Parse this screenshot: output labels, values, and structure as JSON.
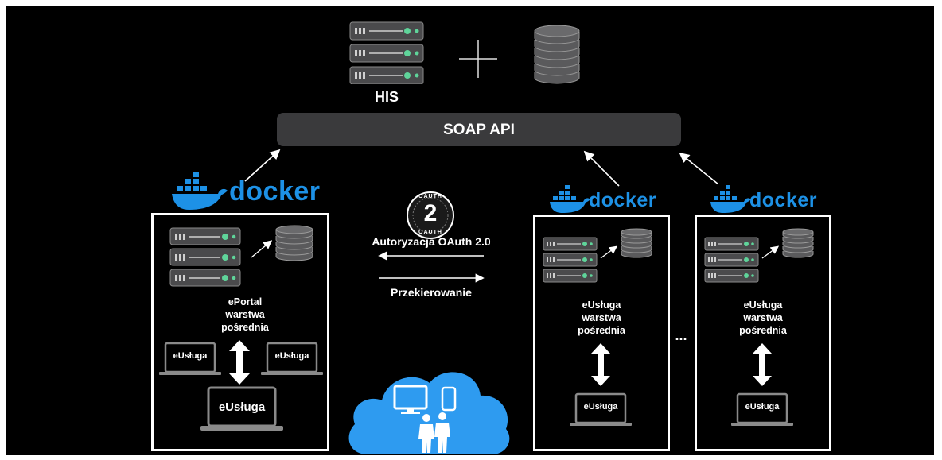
{
  "top": {
    "his_label": "HIS",
    "plus_symbol": "+"
  },
  "api": {
    "label": "SOAP API"
  },
  "docker": {
    "brand": "docker"
  },
  "auth": {
    "badge_top": "OAUTH",
    "badge_number": "2",
    "badge_bottom": "OAUTH",
    "oauth_label": "Autoryzacja OAuth 2.0",
    "redirect_label": "Przekierowanie"
  },
  "containers": [
    {
      "title": "ePortal\nwarstwa\npośrednia",
      "laptops": [
        "eUsługa",
        "eUsługa",
        "eUsługa"
      ]
    },
    {
      "title": "eUsługa\nwarstwa\npośrednia",
      "laptops": [
        "eUsługa"
      ]
    },
    {
      "title": "eUsługa\nwarstwa\npośrednia",
      "laptops": [
        "eUsługa"
      ]
    }
  ],
  "ellipsis": "...",
  "colors": {
    "background": "#000000",
    "api_bar": "#3a3a3c",
    "docker_blue": "#1d91e6",
    "cloud_blue": "#2e9bf0",
    "device_gray": "#8a8a8a"
  }
}
